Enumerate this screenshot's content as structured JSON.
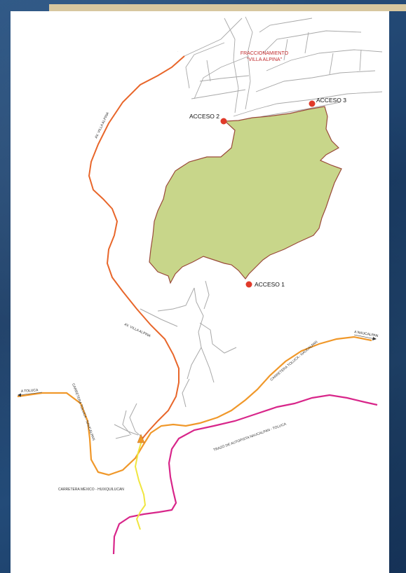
{
  "labels": {
    "fraccionamiento_line1": "FRACCIONAMIENTO",
    "fraccionamiento_line2": "\"VILLA ALPINA\"",
    "acceso_1": "ACCESO 1",
    "acceso_2": "ACCESO 2",
    "acceso_3": "ACCESO 3",
    "av_villa_alpina_top": "AV. VILLA ALPINA",
    "av_villa_alpina_bottom": "AV. VILLA ALPINA",
    "carretera_toluca_naucalpan_right": "CARRETERA TOLUCA - NAUCALPAN",
    "carretera_toluca_naucalpan_left": "CARRETERA TOLUCA - NAUCALPAN",
    "a_toluca": "A TOLUCA",
    "a_naucalpan": "A NAUCALPAN",
    "trazo_autopista": "TRAZO DE AUTOPISTA NAUCALPAN - TOLUCA",
    "carretera_mexico_huixquilucan": "CARRETERA MÉXICO - HUIXQUILUCAN"
  },
  "colors": {
    "background": "#1e4470",
    "frame_strip": "#d7c79f",
    "parcel_fill": "#c8d68a",
    "parcel_stroke": "#9a4a3a",
    "access_marker": "#e03a2a",
    "fraccionamiento_text": "#c0282a",
    "av_villa_alpina_road": "#e8662a",
    "carretera_toluca_road": "#f0982a",
    "autopista_road": "#d8268a",
    "huixquilucan_road": "#f0e640",
    "local_streets": "#a8a8a8"
  }
}
